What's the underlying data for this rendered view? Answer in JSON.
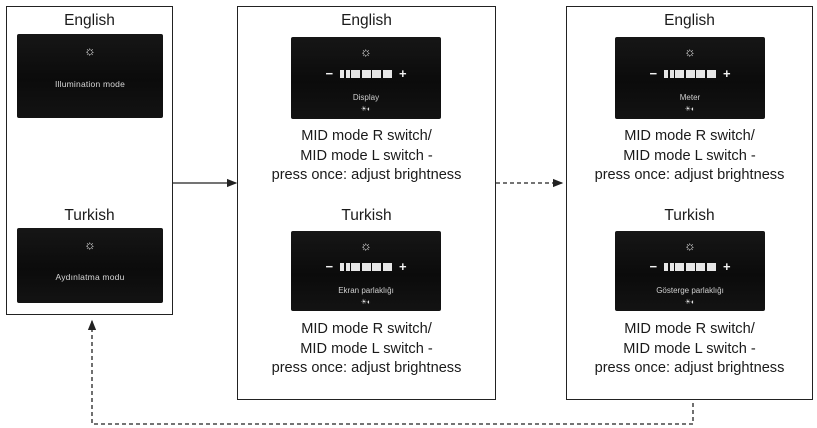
{
  "panels": {
    "illumination": {
      "english": {
        "lang": "English",
        "screen_text": "Illumination mode"
      },
      "turkish": {
        "lang": "Turkish",
        "screen_text": "Aydınlatma modu"
      }
    },
    "display": {
      "english": {
        "lang": "English",
        "screen_text": "Display"
      },
      "turkish": {
        "lang": "Turkish",
        "screen_text": "Ekran parlaklığı"
      },
      "caption": [
        "MID mode R switch/",
        "MID mode L switch -",
        "press once: adjust brightness"
      ]
    },
    "meter": {
      "english": {
        "lang": "English",
        "screen_text": "Meter"
      },
      "turkish": {
        "lang": "Turkish",
        "screen_text": "Gösterge parlaklığı"
      },
      "caption": [
        "MID mode R switch/",
        "MID mode L switch -",
        "press once: adjust brightness"
      ]
    }
  },
  "icons": {
    "sun": "☼",
    "minus": "−",
    "plus": "+",
    "day_night": "☀◐"
  },
  "colors": {
    "screen_bg": "#111111",
    "screen_text": "#d6d6d6",
    "line": "#222222"
  }
}
